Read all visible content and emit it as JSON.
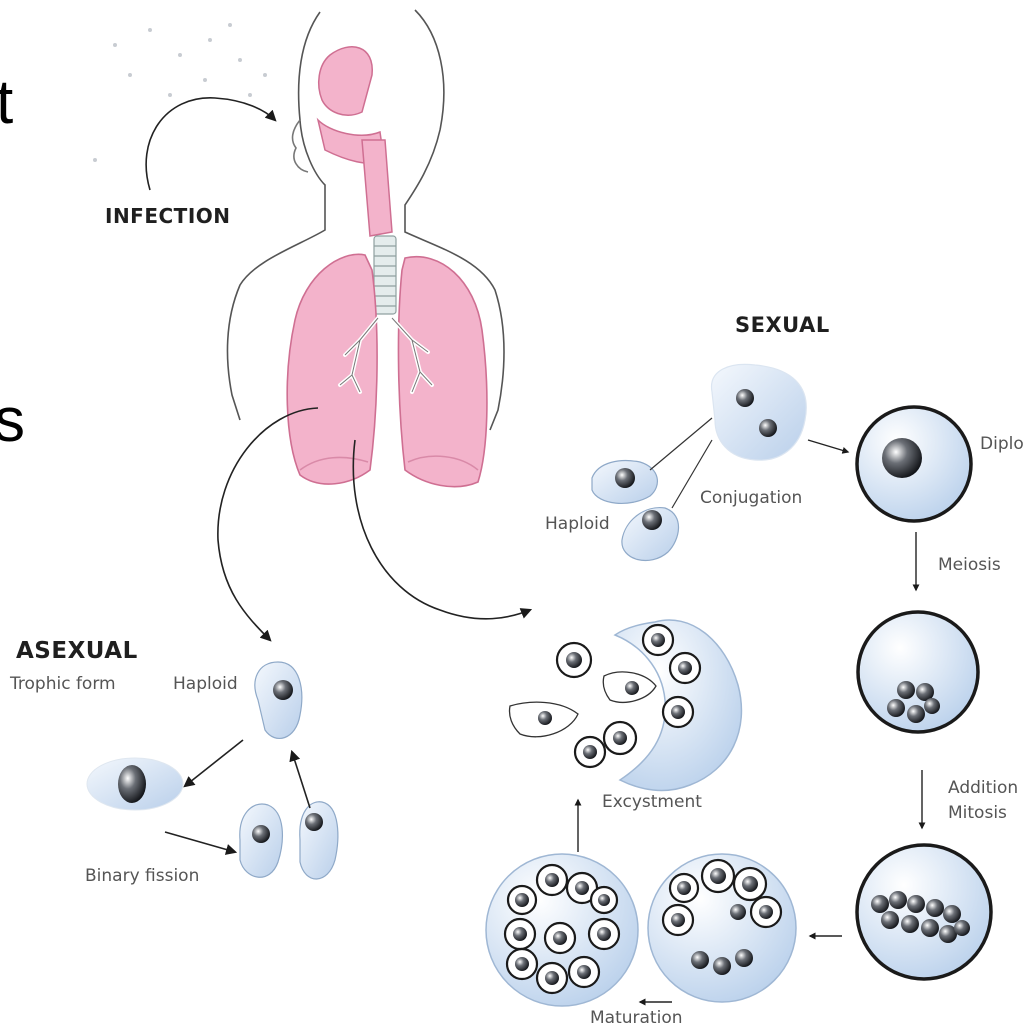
{
  "cut_text": {
    "top": "t",
    "middle": "s"
  },
  "labels": {
    "infection": "INFECTION",
    "sexual": "SEXUAL",
    "asexual": "ASEXUAL",
    "trophic_form": "Trophic form",
    "haploid_asexual": "Haploid",
    "binary_fission": "Binary fission",
    "haploid_sexual": "Haploid",
    "conjugation": "Conjugation",
    "diploid": "Diplo",
    "meiosis": "Meiosis",
    "additional": "Addition",
    "mitosis": "Mitosis",
    "excystment": "Excystment",
    "maturation": "Maturation"
  },
  "colors": {
    "lung_pink": "#f3b3cb",
    "lung_edge": "#cf6f92",
    "cell_blue": "#d5e4f5",
    "cell_edge": "#8fa9c8",
    "line": "#333333"
  }
}
